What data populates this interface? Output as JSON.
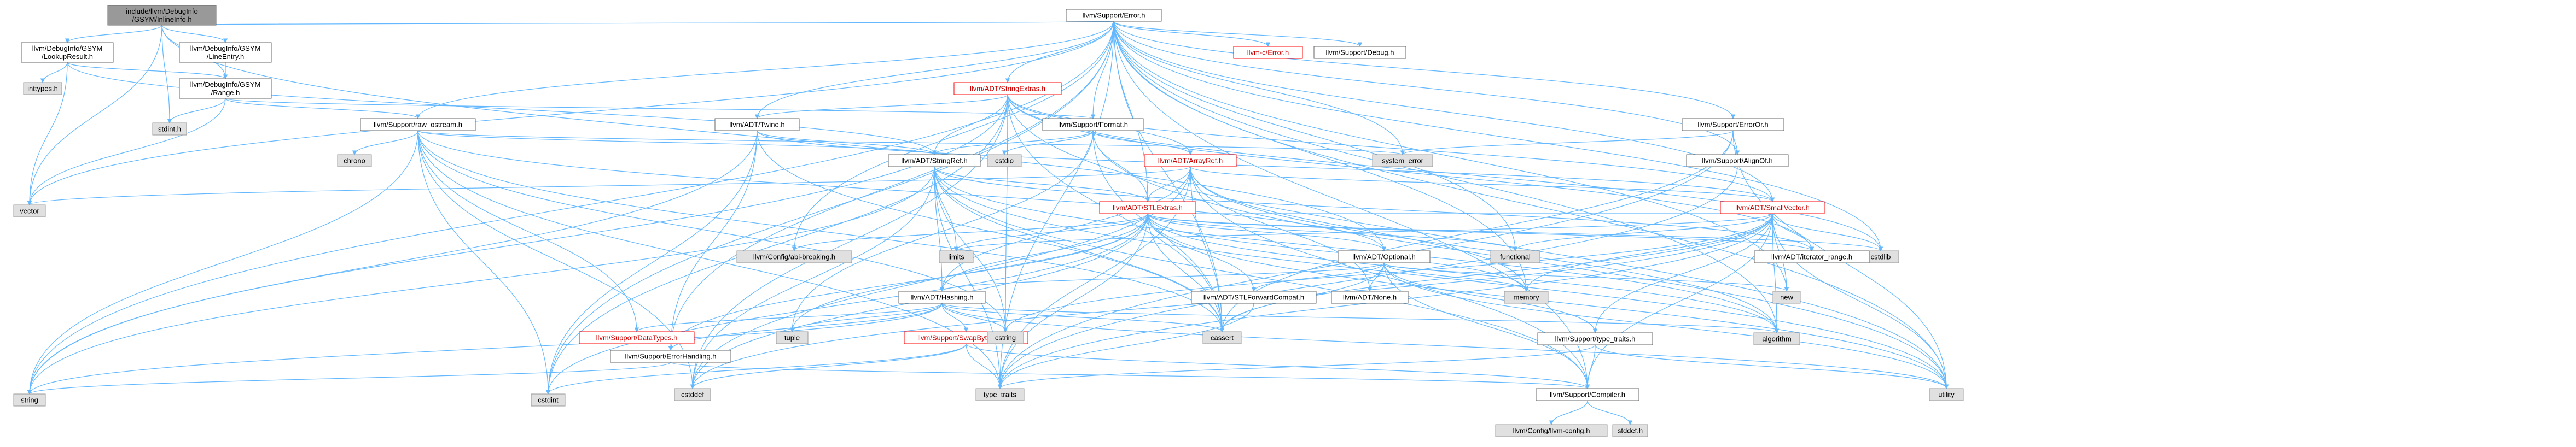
{
  "nodes": [
    {
      "id": "root",
      "lines": [
        "include/llvm/DebugInfo",
        "/GSYM/InlineInfo.h"
      ],
      "style": "root"
    },
    {
      "id": "lookupresult",
      "lines": [
        "llvm/DebugInfo/GSYM",
        "/LookupResult.h"
      ],
      "style": "normal"
    },
    {
      "id": "lineentry",
      "lines": [
        "llvm/DebugInfo/GSYM",
        "/LineEntry.h"
      ],
      "style": "normal"
    },
    {
      "id": "range",
      "lines": [
        "llvm/DebugInfo/GSYM",
        "/Range.h"
      ],
      "style": "normal"
    },
    {
      "id": "inttypes",
      "lines": [
        "inttypes.h"
      ],
      "style": "grey"
    },
    {
      "id": "stdint",
      "lines": [
        "stdint.h"
      ],
      "style": "grey"
    },
    {
      "id": "vector",
      "lines": [
        "vector"
      ],
      "style": "grey"
    },
    {
      "id": "string",
      "lines": [
        "string"
      ],
      "style": "grey"
    },
    {
      "id": "rawostream",
      "lines": [
        "llvm/Support/raw_ostream.h"
      ],
      "style": "normal"
    },
    {
      "id": "chrono",
      "lines": [
        "chrono"
      ],
      "style": "grey"
    },
    {
      "id": "error",
      "lines": [
        "llvm/Support/Error.h"
      ],
      "style": "normal"
    },
    {
      "id": "cerror",
      "lines": [
        "llvm-c/Error.h"
      ],
      "style": "red"
    },
    {
      "id": "debug",
      "lines": [
        "llvm/Support/Debug.h"
      ],
      "style": "normal"
    },
    {
      "id": "stringextras",
      "lines": [
        "llvm/ADT/StringExtras.h"
      ],
      "style": "red"
    },
    {
      "id": "format",
      "lines": [
        "llvm/Support/Format.h"
      ],
      "style": "normal"
    },
    {
      "id": "twine",
      "lines": [
        "llvm/ADT/Twine.h"
      ],
      "style": "normal"
    },
    {
      "id": "cstdio",
      "lines": [
        "cstdio"
      ],
      "style": "grey"
    },
    {
      "id": "arrayref",
      "lines": [
        "llvm/ADT/ArrayRef.h"
      ],
      "style": "red"
    },
    {
      "id": "stringref",
      "lines": [
        "llvm/ADT/StringRef.h"
      ],
      "style": "normal"
    },
    {
      "id": "systemerror",
      "lines": [
        "system_error"
      ],
      "style": "grey"
    },
    {
      "id": "erroror",
      "lines": [
        "llvm/Support/ErrorOr.h"
      ],
      "style": "normal"
    },
    {
      "id": "alignof",
      "lines": [
        "llvm/Support/AlignOf.h"
      ],
      "style": "normal"
    },
    {
      "id": "smallvector",
      "lines": [
        "llvm/ADT/SmallVector.h"
      ],
      "style": "red"
    },
    {
      "id": "stlextras",
      "lines": [
        "llvm/ADT/STLExtras.h"
      ],
      "style": "red"
    },
    {
      "id": "limits",
      "lines": [
        "limits"
      ],
      "style": "grey"
    },
    {
      "id": "abibreaking",
      "lines": [
        "llvm/Config/abi-breaking.h"
      ],
      "style": "grey"
    },
    {
      "id": "functional",
      "lines": [
        "functional"
      ],
      "style": "grey"
    },
    {
      "id": "cstdlib",
      "lines": [
        "cstdlib"
      ],
      "style": "grey"
    },
    {
      "id": "iteratorrange",
      "lines": [
        "llvm/ADT/iterator_range.h"
      ],
      "style": "normal"
    },
    {
      "id": "optional",
      "lines": [
        "llvm/ADT/Optional.h"
      ],
      "style": "normal"
    },
    {
      "id": "memory",
      "lines": [
        "memory"
      ],
      "style": "grey"
    },
    {
      "id": "new",
      "lines": [
        "new"
      ],
      "style": "grey"
    },
    {
      "id": "hashing",
      "lines": [
        "llvm/ADT/Hashing.h"
      ],
      "style": "normal"
    },
    {
      "id": "stlforwardcompat",
      "lines": [
        "llvm/ADT/STLForwardCompat.h"
      ],
      "style": "normal"
    },
    {
      "id": "none",
      "lines": [
        "llvm/ADT/None.h"
      ],
      "style": "normal"
    },
    {
      "id": "datatypes",
      "lines": [
        "llvm/Support/DataTypes.h"
      ],
      "style": "red"
    },
    {
      "id": "errorhandling",
      "lines": [
        "llvm/Support/ErrorHandling.h"
      ],
      "style": "normal"
    },
    {
      "id": "swapbyteorder",
      "lines": [
        "llvm/Support/SwapByteOrder.h"
      ],
      "style": "red"
    },
    {
      "id": "tuple",
      "lines": [
        "tuple"
      ],
      "style": "grey"
    },
    {
      "id": "cstring",
      "lines": [
        "cstring"
      ],
      "style": "grey"
    },
    {
      "id": "cassert",
      "lines": [
        "cassert"
      ],
      "style": "grey"
    },
    {
      "id": "algorithm",
      "lines": [
        "algorithm"
      ],
      "style": "grey"
    },
    {
      "id": "typetraits_h",
      "lines": [
        "llvm/Support/type_traits.h"
      ],
      "style": "normal"
    },
    {
      "id": "cstdint",
      "lines": [
        "cstdint"
      ],
      "style": "grey"
    },
    {
      "id": "cstddef",
      "lines": [
        "cstddef"
      ],
      "style": "grey"
    },
    {
      "id": "typetraits",
      "lines": [
        "type_traits"
      ],
      "style": "grey"
    },
    {
      "id": "compiler",
      "lines": [
        "llvm/Support/Compiler.h"
      ],
      "style": "normal"
    },
    {
      "id": "utility",
      "lines": [
        "utility"
      ],
      "style": "grey"
    },
    {
      "id": "llvmconfig",
      "lines": [
        "llvm/Config/llvm-config.h"
      ],
      "style": "grey"
    },
    {
      "id": "stddef",
      "lines": [
        "stddef.h"
      ],
      "style": "grey"
    }
  ],
  "edges": [
    [
      "root",
      "lookupresult"
    ],
    [
      "root",
      "lineentry"
    ],
    [
      "root",
      "range"
    ],
    [
      "root",
      "error"
    ],
    [
      "root",
      "stdint"
    ],
    [
      "root",
      "vector"
    ],
    [
      "root",
      "optional"
    ],
    [
      "lookupresult",
      "range"
    ],
    [
      "lookupresult",
      "inttypes"
    ],
    [
      "lookupresult",
      "vector"
    ],
    [
      "lookupresult",
      "stringref"
    ],
    [
      "lineentry",
      "range"
    ],
    [
      "range",
      "format"
    ],
    [
      "range",
      "rawostream"
    ],
    [
      "range",
      "stdint"
    ],
    [
      "range",
      "vector"
    ],
    [
      "rawostream",
      "stringref"
    ],
    [
      "rawostream",
      "datatypes"
    ],
    [
      "rawostream",
      "cassert"
    ],
    [
      "rawostream",
      "chrono"
    ],
    [
      "rawostream",
      "cstddef"
    ],
    [
      "rawostream",
      "cstdint"
    ],
    [
      "rawostream",
      "cstring"
    ],
    [
      "rawostream",
      "string"
    ],
    [
      "rawostream",
      "systemerror"
    ],
    [
      "rawostream",
      "typetraits"
    ],
    [
      "rawostream",
      "optional"
    ],
    [
      "error",
      "cerror"
    ],
    [
      "error",
      "debug"
    ],
    [
      "error",
      "stringextras"
    ],
    [
      "error",
      "twine"
    ],
    [
      "error",
      "abibreaking"
    ],
    [
      "error",
      "alignof"
    ],
    [
      "error",
      "compiler"
    ],
    [
      "error",
      "erroror"
    ],
    [
      "error",
      "errorhandling"
    ],
    [
      "error",
      "format"
    ],
    [
      "error",
      "rawostream"
    ],
    [
      "error",
      "algorithm"
    ],
    [
      "error",
      "cassert"
    ],
    [
      "error",
      "cstdint"
    ],
    [
      "error",
      "cstdlib"
    ],
    [
      "error",
      "functional"
    ],
    [
      "error",
      "memory"
    ],
    [
      "error",
      "new"
    ],
    [
      "error",
      "string"
    ],
    [
      "error",
      "systemerror"
    ],
    [
      "error",
      "typetraits"
    ],
    [
      "error",
      "utility"
    ],
    [
      "error",
      "vector"
    ],
    [
      "error",
      "smallvector"
    ],
    [
      "error",
      "stlextras"
    ],
    [
      "stringextras",
      "arrayref"
    ],
    [
      "stringextras",
      "smallvector"
    ],
    [
      "stringextras",
      "stringref"
    ],
    [
      "stringextras",
      "twine"
    ],
    [
      "stringextras",
      "cassert"
    ],
    [
      "stringextras",
      "cstddef"
    ],
    [
      "stringextras",
      "cstdint"
    ],
    [
      "stringextras",
      "cstdlib"
    ],
    [
      "stringextras",
      "cstring"
    ],
    [
      "stringextras",
      "iteratorrange"
    ],
    [
      "stringextras",
      "string"
    ],
    [
      "stringextras",
      "utility"
    ],
    [
      "format",
      "arrayref"
    ],
    [
      "format",
      "stlextras"
    ],
    [
      "format",
      "stringref"
    ],
    [
      "format",
      "cassert"
    ],
    [
      "format",
      "cstdio"
    ],
    [
      "format",
      "tuple"
    ],
    [
      "format",
      "utility"
    ],
    [
      "twine",
      "smallvector"
    ],
    [
      "twine",
      "stringref"
    ],
    [
      "twine",
      "errorhandling"
    ],
    [
      "twine",
      "cassert"
    ],
    [
      "twine",
      "cstdint"
    ],
    [
      "twine",
      "string"
    ],
    [
      "arrayref",
      "hashing"
    ],
    [
      "arrayref",
      "none"
    ],
    [
      "arrayref",
      "smallvector"
    ],
    [
      "arrayref",
      "stlextras"
    ],
    [
      "arrayref",
      "compiler"
    ],
    [
      "arrayref",
      "algorithm"
    ],
    [
      "arrayref",
      "cassert"
    ],
    [
      "arrayref",
      "cstddef"
    ],
    [
      "arrayref",
      "initializer"
    ],
    [
      "arrayref",
      "iterator"
    ],
    [
      "arrayref",
      "memory"
    ],
    [
      "arrayref",
      "typetraits"
    ],
    [
      "arrayref",
      "vector"
    ],
    [
      "stringref",
      "stlfunctionalextras"
    ],
    [
      "stringref",
      "iteratorrange"
    ],
    [
      "stringref",
      "compiler"
    ],
    [
      "stringref",
      "algorithm"
    ],
    [
      "stringref",
      "cassert"
    ],
    [
      "stringref",
      "cstddef"
    ],
    [
      "stringref",
      "cstring"
    ],
    [
      "stringref",
      "limits"
    ],
    [
      "stringref",
      "string"
    ],
    [
      "stringref",
      "typetraits"
    ],
    [
      "stringref",
      "utility"
    ],
    [
      "stringref",
      "stlextras"
    ],
    [
      "stringref",
      "hashing"
    ],
    [
      "erroror",
      "alignof"
    ],
    [
      "erroror",
      "cassert"
    ],
    [
      "erroror",
      "systemerror"
    ],
    [
      "erroror",
      "typetraits"
    ],
    [
      "erroror",
      "utility"
    ],
    [
      "alignof",
      "typetraits"
    ],
    [
      "smallvector",
      "iteratorrange"
    ],
    [
      "smallvector",
      "compiler"
    ],
    [
      "smallvector",
      "typetraits_h"
    ],
    [
      "smallvector",
      "algorithm"
    ],
    [
      "smallvector",
      "cassert"
    ],
    [
      "smallvector",
      "cstddef"
    ],
    [
      "smallvector",
      "cstdlib"
    ],
    [
      "smallvector",
      "cstring"
    ],
    [
      "smallvector",
      "functional"
    ],
    [
      "smallvector",
      "limits"
    ],
    [
      "smallvector",
      "memory"
    ],
    [
      "smallvector",
      "new"
    ],
    [
      "smallvector",
      "typetraits"
    ],
    [
      "smallvector",
      "utility"
    ],
    [
      "stlextras",
      "hashing"
    ],
    [
      "stlextras",
      "optional"
    ],
    [
      "stlextras",
      "stlforwardcompat"
    ],
    [
      "stlextras",
      "iteratorrange"
    ],
    [
      "stlextras",
      "abibreaking"
    ],
    [
      "stlextras",
      "errorhandling"
    ],
    [
      "stlextras",
      "algorithm"
    ],
    [
      "stlextras",
      "cassert"
    ],
    [
      "stlextras",
      "cstddef"
    ],
    [
      "stlextras",
      "cstdint"
    ],
    [
      "stlextras",
      "cstdlib"
    ],
    [
      "stlextras",
      "functional"
    ],
    [
      "stlextras",
      "limits"
    ],
    [
      "stlextras",
      "memory"
    ],
    [
      "stlextras",
      "tuple"
    ],
    [
      "stlextras",
      "typetraits"
    ],
    [
      "stlextras",
      "utility"
    ],
    [
      "stlextras",
      "smallvector"
    ],
    [
      "optional",
      "hashing"
    ],
    [
      "optional",
      "none"
    ],
    [
      "optional",
      "stlforwardcompat"
    ],
    [
      "optional",
      "compiler"
    ],
    [
      "optional",
      "typetraits_h"
    ],
    [
      "optional",
      "cassert"
    ],
    [
      "optional",
      "memory"
    ],
    [
      "optional",
      "new"
    ],
    [
      "optional",
      "utility"
    ],
    [
      "hashing",
      "datatypes"
    ],
    [
      "hashing",
      "errorhandling"
    ],
    [
      "hashing",
      "swapbyteorder"
    ],
    [
      "hashing",
      "type_traits"
    ],
    [
      "hashing",
      "algorithm"
    ],
    [
      "hashing",
      "cassert"
    ],
    [
      "hashing",
      "cstring"
    ],
    [
      "hashing",
      "string"
    ],
    [
      "hashing",
      "tuple"
    ],
    [
      "hashing",
      "utility"
    ],
    [
      "stlforwardcompat",
      "typetraits"
    ],
    [
      "errorhandling",
      "compiler"
    ],
    [
      "errorhandling",
      "string"
    ],
    [
      "swapbyteorder",
      "compiler"
    ],
    [
      "swapbyteorder",
      "cstddef"
    ],
    [
      "swapbyteorder",
      "cstdint"
    ],
    [
      "swapbyteorder",
      "typetraits"
    ],
    [
      "typetraits_h",
      "compiler"
    ],
    [
      "typetraits_h",
      "typetraits"
    ],
    [
      "typetraits_h",
      "utility"
    ],
    [
      "compiler",
      "llvmconfig"
    ],
    [
      "compiler",
      "stddef"
    ]
  ]
}
